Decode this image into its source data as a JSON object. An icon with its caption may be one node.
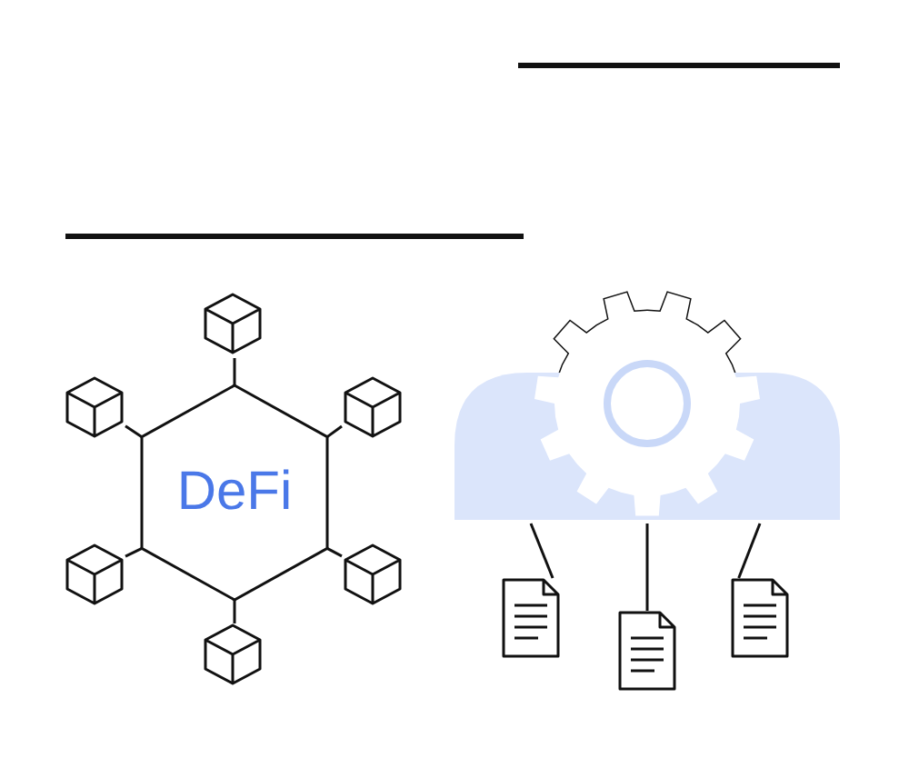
{
  "diagram": {
    "nodes": [
      {
        "text": [
          "DeFi"
        ]
      },
      {
        "text": [],
        "shape": "cube"
      },
      {
        "text": [],
        "shape": "cube"
      },
      {
        "text": [],
        "shape": "cube"
      },
      {
        "text": [],
        "shape": "cube"
      },
      {
        "text": [],
        "shape": "cube"
      },
      {
        "text": [],
        "shape": "cube"
      },
      {
        "text": [],
        "shape": "cloud"
      },
      {
        "text": [],
        "shape": "document"
      },
      {
        "text": [],
        "shape": "document"
      },
      {
        "text": [],
        "shape": "document"
      }
    ],
    "edges": [
      {
        "from": 0,
        "to": 1,
        "arrow": "none"
      },
      {
        "from": 0,
        "to": 2,
        "arrow": "none"
      },
      {
        "from": 0,
        "to": 3,
        "arrow": "none"
      },
      {
        "from": 0,
        "to": 4,
        "arrow": "none"
      },
      {
        "from": 0,
        "to": 5,
        "arrow": "none"
      },
      {
        "from": 0,
        "to": 6,
        "arrow": "none"
      },
      {
        "from": 7,
        "to": 8,
        "arrow": "none"
      },
      {
        "from": 7,
        "to": 9,
        "arrow": "none"
      },
      {
        "from": 7,
        "to": 10,
        "arrow": "none"
      }
    ]
  }
}
